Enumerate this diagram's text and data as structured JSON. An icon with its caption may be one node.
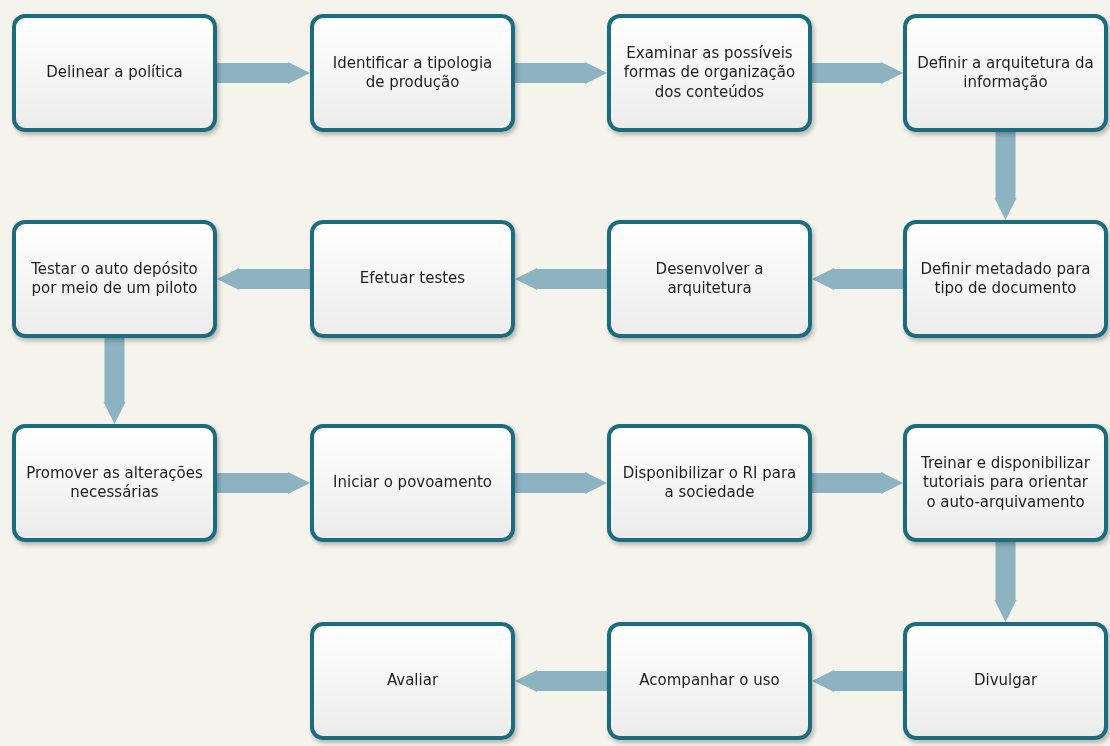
{
  "diagram": {
    "nodes": [
      {
        "text": [
          "Delinear a política"
        ]
      },
      {
        "text": [
          "Identificar a tipologia de produção"
        ]
      },
      {
        "text": [
          "Examinar as possíveis formas de organização dos conteúdos"
        ]
      },
      {
        "text": [
          "Definir a arquitetura da informação"
        ]
      },
      {
        "text": [
          "Definir metadado para tipo de documento"
        ]
      },
      {
        "text": [
          "Desenvolver a arquitetura"
        ]
      },
      {
        "text": [
          "Efetuar testes"
        ]
      },
      {
        "text": [
          "Testar o auto depósito por meio de um piloto"
        ]
      },
      {
        "text": [
          "Promover as alterações necessárias"
        ]
      },
      {
        "text": [
          "Iniciar o povoamento"
        ]
      },
      {
        "text": [
          "Disponibilizar o RI para a sociedade"
        ]
      },
      {
        "text": [
          "Treinar e disponibilizar tutoriais para orientar o auto-arquivamento"
        ]
      },
      {
        "text": [
          "Divulgar"
        ]
      },
      {
        "text": [
          "Acompanhar o uso"
        ]
      },
      {
        "text": [
          "Avaliar"
        ]
      }
    ],
    "edges": [
      {
        "from": 0,
        "to": 1,
        "arrow": "to"
      },
      {
        "from": 1,
        "to": 2,
        "arrow": "to"
      },
      {
        "from": 2,
        "to": 3,
        "arrow": "to"
      },
      {
        "from": 3,
        "to": 4,
        "arrow": "to"
      },
      {
        "from": 4,
        "to": 5,
        "arrow": "to"
      },
      {
        "from": 5,
        "to": 6,
        "arrow": "to"
      },
      {
        "from": 6,
        "to": 7,
        "arrow": "to"
      },
      {
        "from": 7,
        "to": 8,
        "arrow": "to"
      },
      {
        "from": 8,
        "to": 9,
        "arrow": "to"
      },
      {
        "from": 9,
        "to": 10,
        "arrow": "to"
      },
      {
        "from": 10,
        "to": 11,
        "arrow": "to"
      },
      {
        "from": 11,
        "to": 12,
        "arrow": "to"
      },
      {
        "from": 12,
        "to": 13,
        "arrow": "to"
      },
      {
        "from": 13,
        "to": 14,
        "arrow": "to"
      }
    ]
  }
}
